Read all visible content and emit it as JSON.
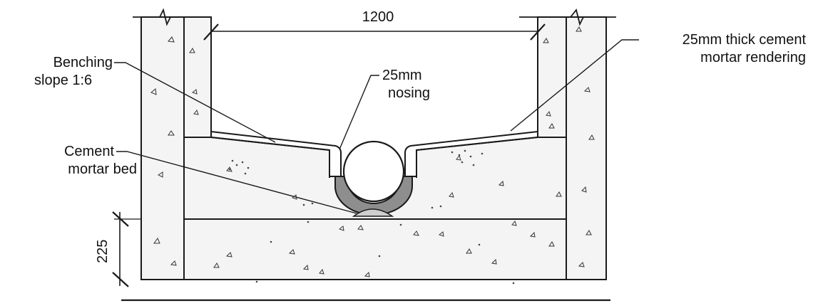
{
  "dimensions": {
    "width": "1200",
    "depth": "225"
  },
  "labels": {
    "benching_line1": "Benching",
    "benching_line2": "slope 1:6",
    "nosing_line1": "25mm",
    "nosing_line2": "nosing",
    "rendering_line1": "25mm thick cement",
    "rendering_line2": "mortar rendering",
    "bed_line1": "Cement",
    "bed_line2": "mortar bed"
  },
  "colors": {
    "line": "#1a1a1a",
    "concrete_fill": "#f4f4f4",
    "bed_fill": "#8e8e8e",
    "background": "#ffffff"
  }
}
